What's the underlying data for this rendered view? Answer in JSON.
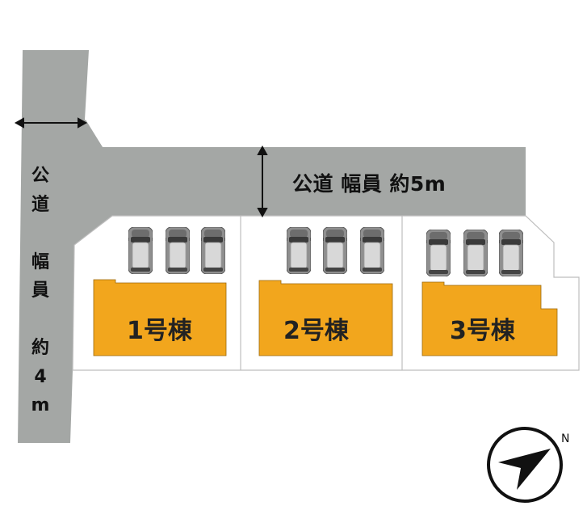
{
  "roads": {
    "top": {
      "label": "公道 幅員 約5m"
    },
    "left": {
      "label_chars": [
        "公",
        "道",
        "",
        "幅",
        "員",
        "",
        "約",
        "4",
        "m"
      ]
    }
  },
  "lots": [
    {
      "label": "1号棟",
      "cars": 3
    },
    {
      "label": "2号棟",
      "cars": 3
    },
    {
      "label": "3号棟",
      "cars": 3
    }
  ],
  "compass": {
    "label": "N"
  },
  "colors": {
    "road": "#a4a7a5",
    "building": "#f2a61d",
    "lot": "#ffffff",
    "lot_border": "#bdbdbd"
  }
}
